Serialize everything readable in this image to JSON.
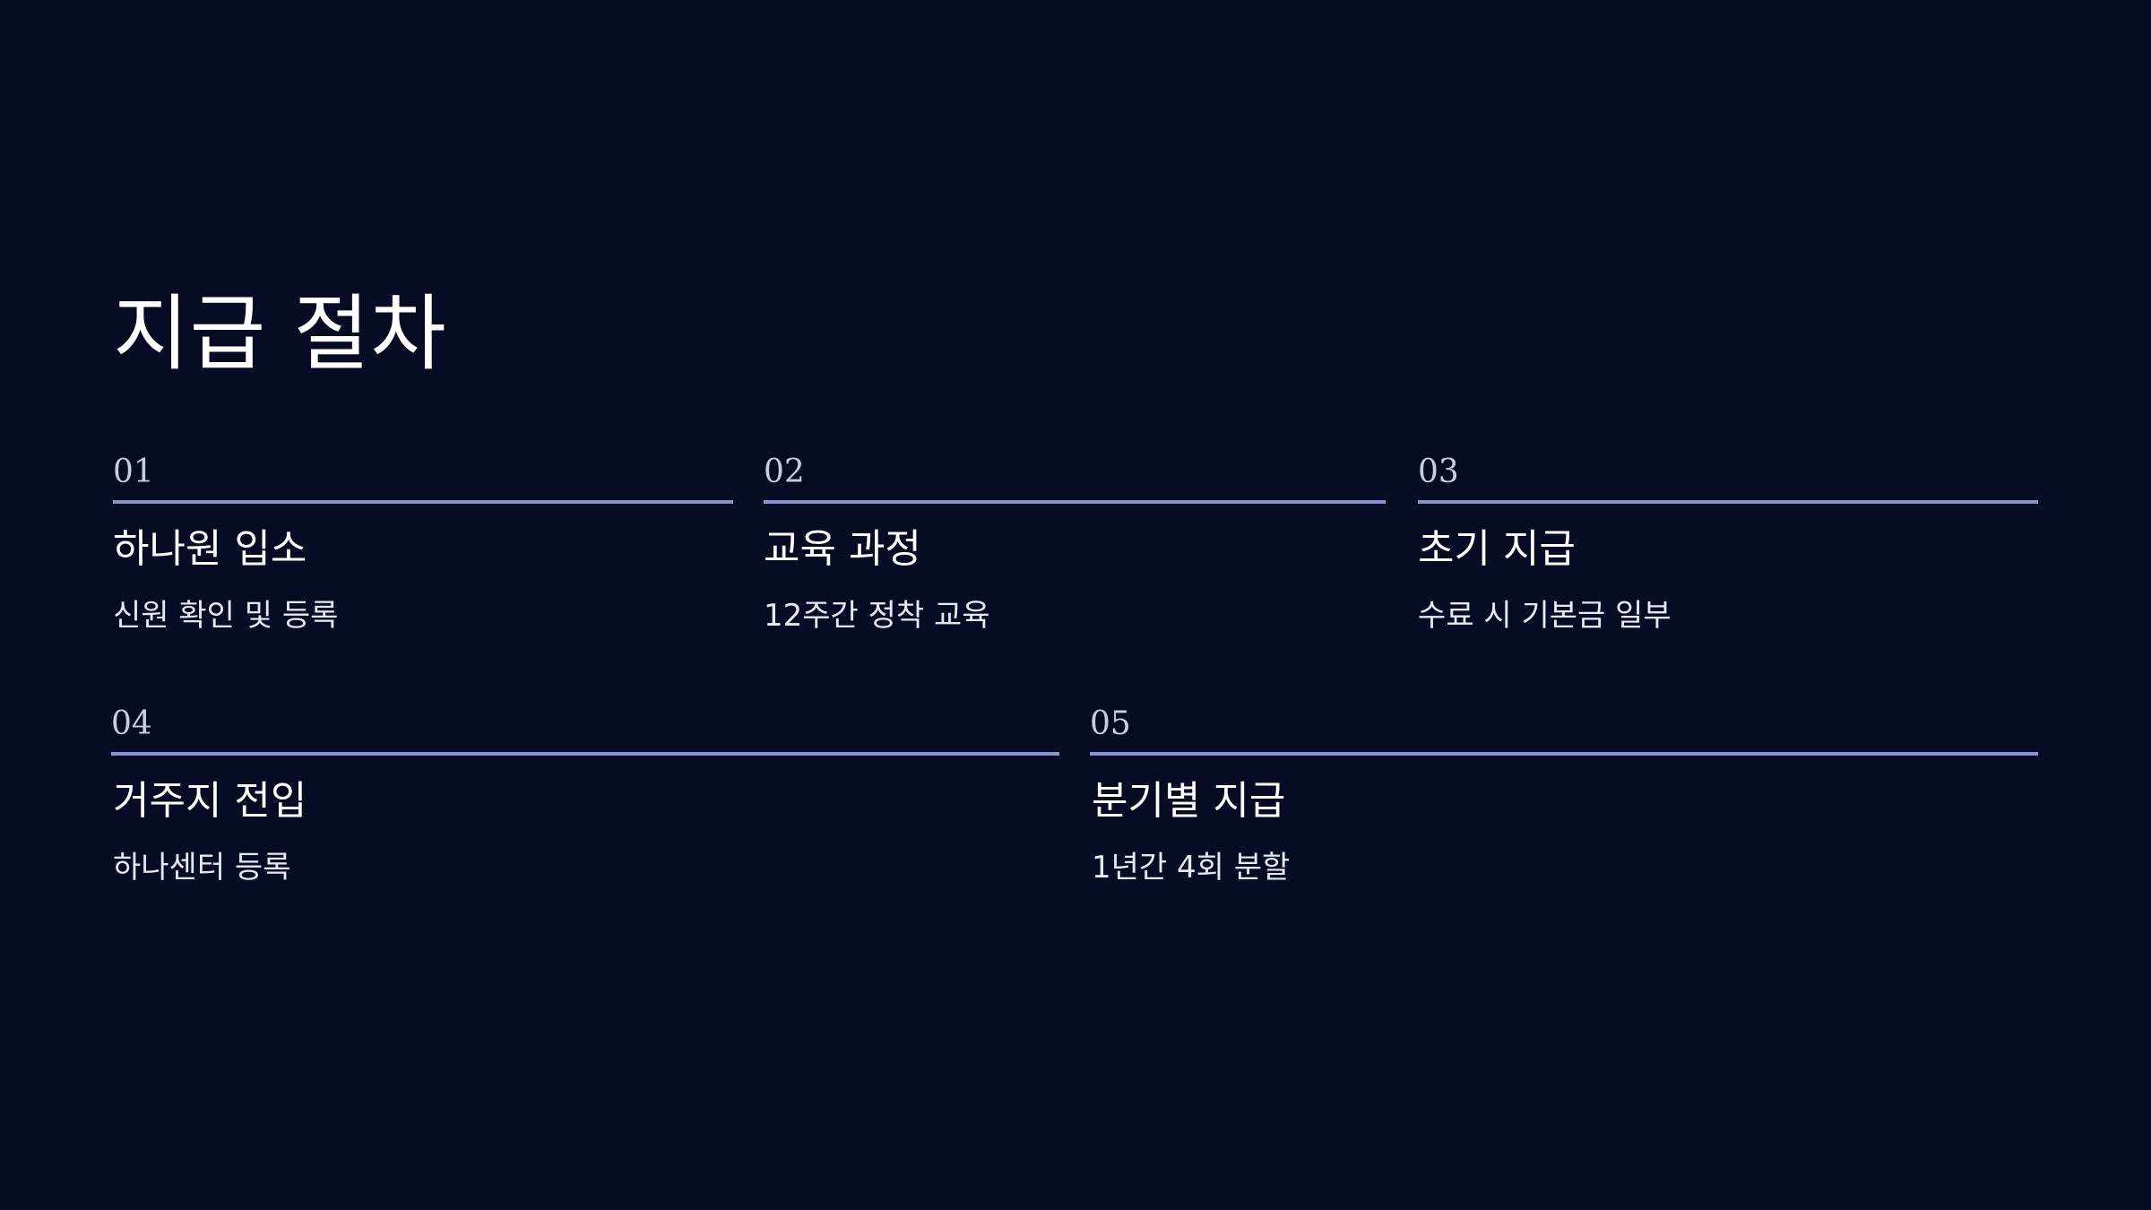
{
  "slide": {
    "title": "지급 절차",
    "accent_color": "#8a93cf",
    "background_color": "#070c24",
    "steps": [
      {
        "number": "01",
        "heading": "하나원 입소",
        "description": "신원 확인 및 등록"
      },
      {
        "number": "02",
        "heading": "교육 과정",
        "description": "12주간 정착 교육"
      },
      {
        "number": "03",
        "heading": "초기 지급",
        "description": "수료 시 기본금 일부"
      },
      {
        "number": "04",
        "heading": "거주지 전입",
        "description": "하나센터 등록"
      },
      {
        "number": "05",
        "heading": "분기별 지급",
        "description": "1년간 4회 분할"
      }
    ]
  }
}
